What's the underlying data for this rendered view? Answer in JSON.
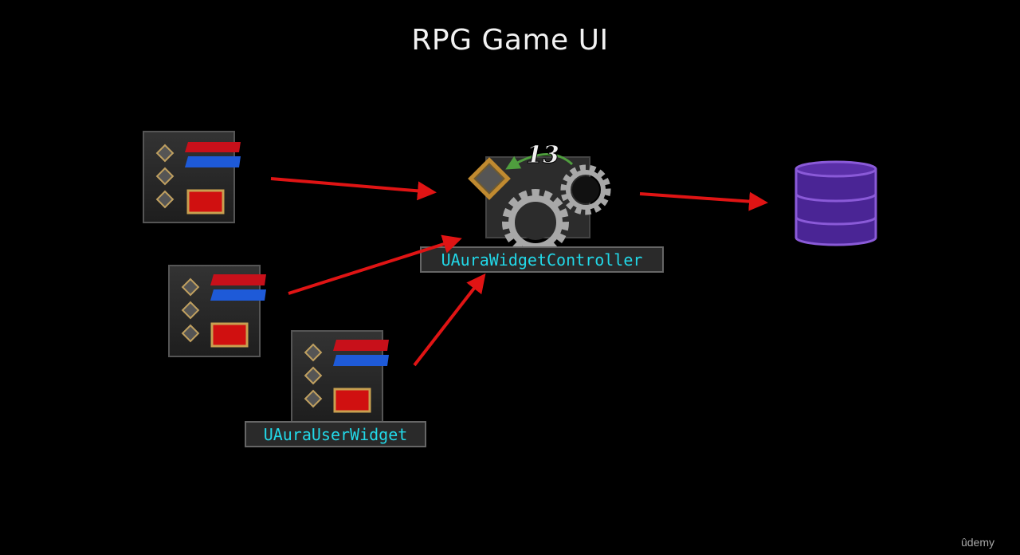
{
  "title": "RPG Game UI",
  "controller_label": "UAuraWidgetController",
  "widget_label": "UAuraUserWidget",
  "badge_number": "13",
  "brand": "ûdemy",
  "colors": {
    "arrow": "#e01414",
    "label_text": "#22d8e8",
    "database": "#5a2fa8",
    "database_stroke": "#8a5ad8",
    "gear": "#a0a0a0",
    "panel": "#2b2b2b",
    "curved_arrow": "#4f9e3e"
  }
}
